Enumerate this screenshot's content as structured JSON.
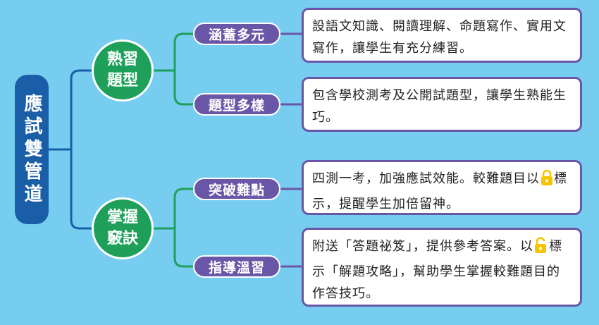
{
  "root": {
    "label": "應試雙管道"
  },
  "branches": [
    {
      "label": "熟習題型",
      "items": [
        {
          "label": "涵蓋多元",
          "text": "設語文知識、閱讀理解、命題寫作、實用文寫作，讓學生有充分練習。"
        },
        {
          "label": "題型多樣",
          "text": "包含學校測考及公開試題型，讓學生熟能生巧。"
        }
      ]
    },
    {
      "label": "掌握竅訣",
      "items": [
        {
          "label": "突破難點",
          "text_before": "四測一考，加強應試效能。較難題目以",
          "text_after": "標示，提醒學生加倍留神。"
        },
        {
          "label": "指導溫習",
          "text_before": "附送「答題祕笈」，提供參考答案。以",
          "text_after": "標示「解題攻略」，幫助學生掌握較難題目的作答技巧。"
        }
      ]
    }
  ],
  "colors": {
    "background": "#76cdf0",
    "root": "#1b5ea8",
    "circle": "#1fa05a",
    "pill": "#6a56a6",
    "connector_blue": "#1b5ea8",
    "connector_green": "#1fa05a",
    "lock_locked": "#f7c400",
    "lock_unlocked": "#f7c400"
  },
  "icons": {
    "lock_closed": "padlock-locked-icon",
    "lock_open": "padlock-unlocked-icon"
  }
}
